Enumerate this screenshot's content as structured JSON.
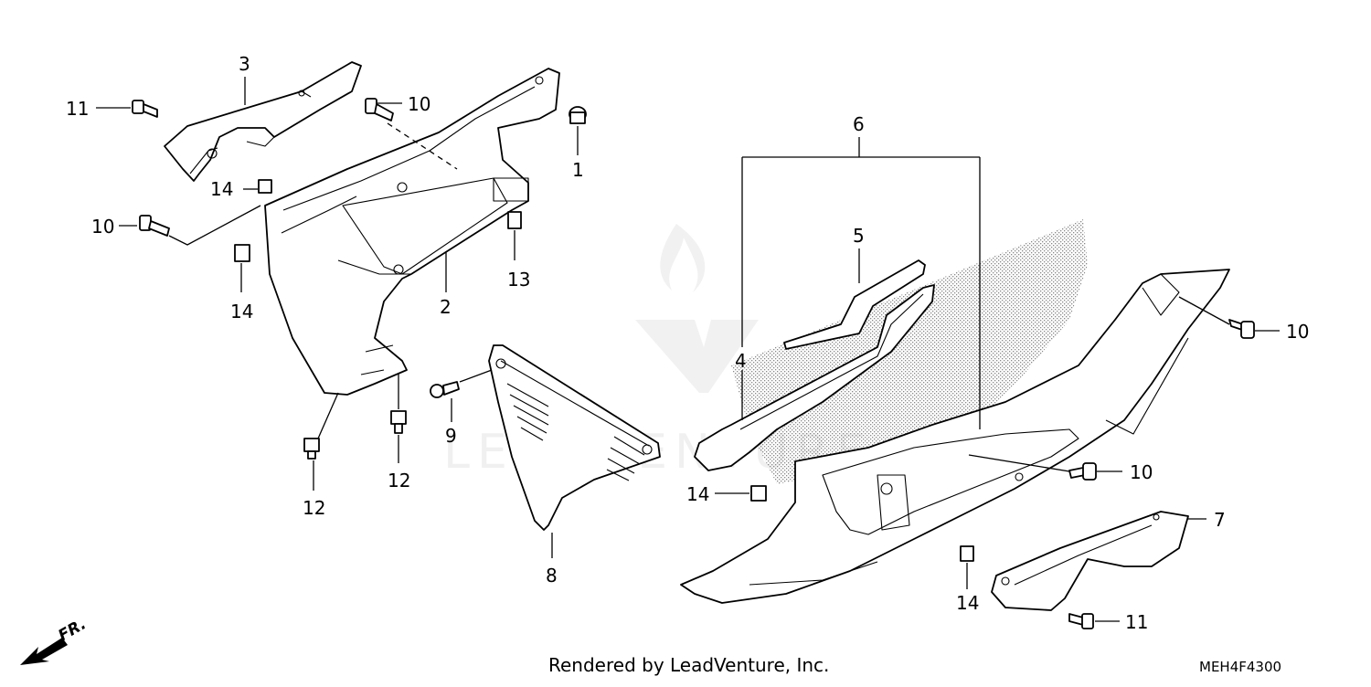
{
  "callouts": {
    "c3": "3",
    "c11a": "11",
    "c10a": "10",
    "c14a": "14",
    "c10b": "10",
    "c14b": "14",
    "c2": "2",
    "c1": "1",
    "c13": "13",
    "c9": "9",
    "c12a": "12",
    "c12b": "12",
    "c8": "8",
    "c6": "6",
    "c5": "5",
    "c4": "4",
    "c10c": "10",
    "c10d": "10",
    "c14c": "14",
    "c7": "7",
    "c14d": "14",
    "c11b": "11"
  },
  "footer": {
    "rendered_by": "Rendered by LeadVenture, Inc.",
    "diagram_code": "MEH4F4300",
    "direction_label": "FR."
  },
  "watermark": {
    "text": "LEADVENTURE"
  },
  "colors": {
    "line": "#000000",
    "watermark": "#d8d8d8",
    "background": "#ffffff"
  },
  "icons": {
    "direction": "arrow-front-icon"
  }
}
